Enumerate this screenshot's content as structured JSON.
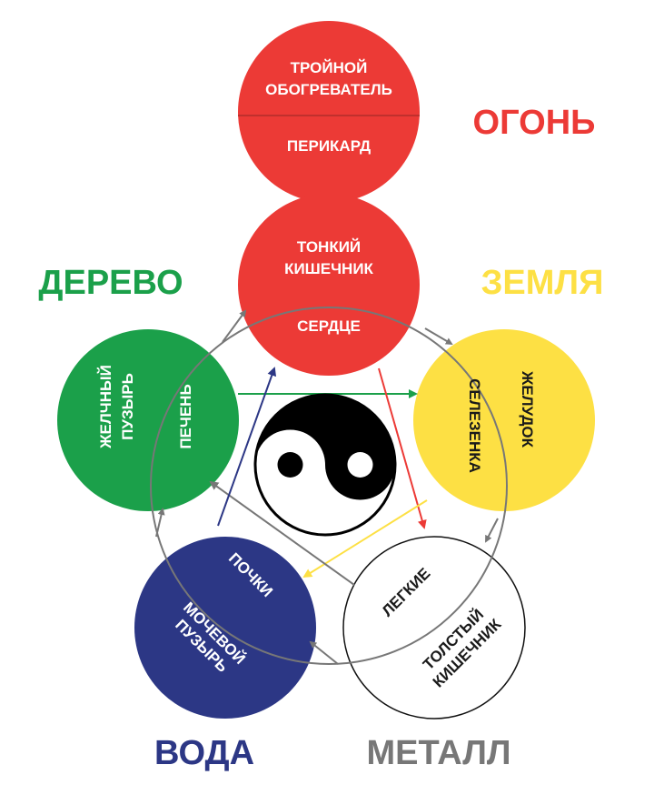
{
  "colors": {
    "fire": "#ec3a36",
    "earth": "#fde044",
    "metal": "#ffffff",
    "metal_label": "#777777",
    "water": "#2c3785",
    "wood": "#1ba04a",
    "cycle": "#777777",
    "arrow_green": "#1ba04a",
    "arrow_red": "#ec3a36",
    "arrow_yellow": "#fde044",
    "arrow_gray": "#777777",
    "arrow_blue": "#2c3785"
  },
  "elements": {
    "fire": "ОГОНЬ",
    "earth": "ЗЕМЛЯ",
    "metal": "МЕТАЛЛ",
    "water": "ВОДА",
    "wood": "ДЕРЕВО"
  },
  "organs": {
    "fire_top_1": "ТРОЙНОЙ",
    "fire_top_2": "ОБОГРЕВАТЕЛЬ",
    "fire_top_3": "ПЕРИКАРД",
    "fire_1": "ТОНКИЙ",
    "fire_2": "КИШЕЧНИК",
    "fire_3": "СЕРДЦЕ",
    "earth_1": "ЖЕЛУДОК",
    "earth_2": "СЕЛЕЗЕНКА",
    "metal_1": "ЛЕГКИЕ",
    "metal_2": "ТОЛСТЫЙ",
    "metal_3": "КИШЕЧНИК",
    "water_1": "ПОЧКИ",
    "water_2": "МОЧЕВОЙ",
    "water_3": "ПУЗЫРЬ",
    "wood_1": "ЖЕЛЧНЫЙ",
    "wood_2": "ПУЗЫРЬ",
    "wood_3": "ПЕЧЕНЬ"
  }
}
